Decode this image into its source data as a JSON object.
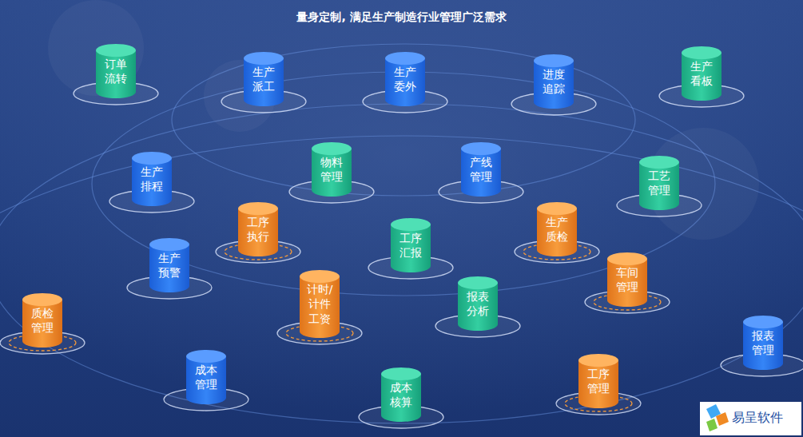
{
  "diagram": {
    "title": "量身定制, 满足生产制造行业管理广泛需求",
    "nodes": [
      {
        "text": [
          "订单 流转"
        ]
      },
      {
        "text": [
          "生产 派工"
        ]
      },
      {
        "text": [
          "生产 委外"
        ]
      },
      {
        "text": [
          "进度 追踪"
        ]
      },
      {
        "text": [
          "生产 看板"
        ]
      },
      {
        "text": [
          "生产 排程"
        ]
      },
      {
        "text": [
          "物料 管理"
        ]
      },
      {
        "text": [
          "产线 管理"
        ]
      },
      {
        "text": [
          "工艺 管理"
        ]
      },
      {
        "text": [
          "工序 执行"
        ]
      },
      {
        "text": [
          "工序 汇报"
        ]
      },
      {
        "text": [
          "生产 质检"
        ]
      },
      {
        "text": [
          "生产 预警"
        ]
      },
      {
        "text": [
          "计时/ 计件 工资"
        ]
      },
      {
        "text": [
          "报表 分析"
        ]
      },
      {
        "text": [
          "车间 管理"
        ]
      },
      {
        "text": [
          "质检 管理"
        ]
      },
      {
        "text": [
          "报表 管理"
        ]
      },
      {
        "text": [
          "成本 管理"
        ]
      },
      {
        "text": [
          "成本 核算"
        ]
      },
      {
        "text": [
          "工序 管理"
        ]
      }
    ],
    "labels": [
      "易呈软件"
    ]
  }
}
